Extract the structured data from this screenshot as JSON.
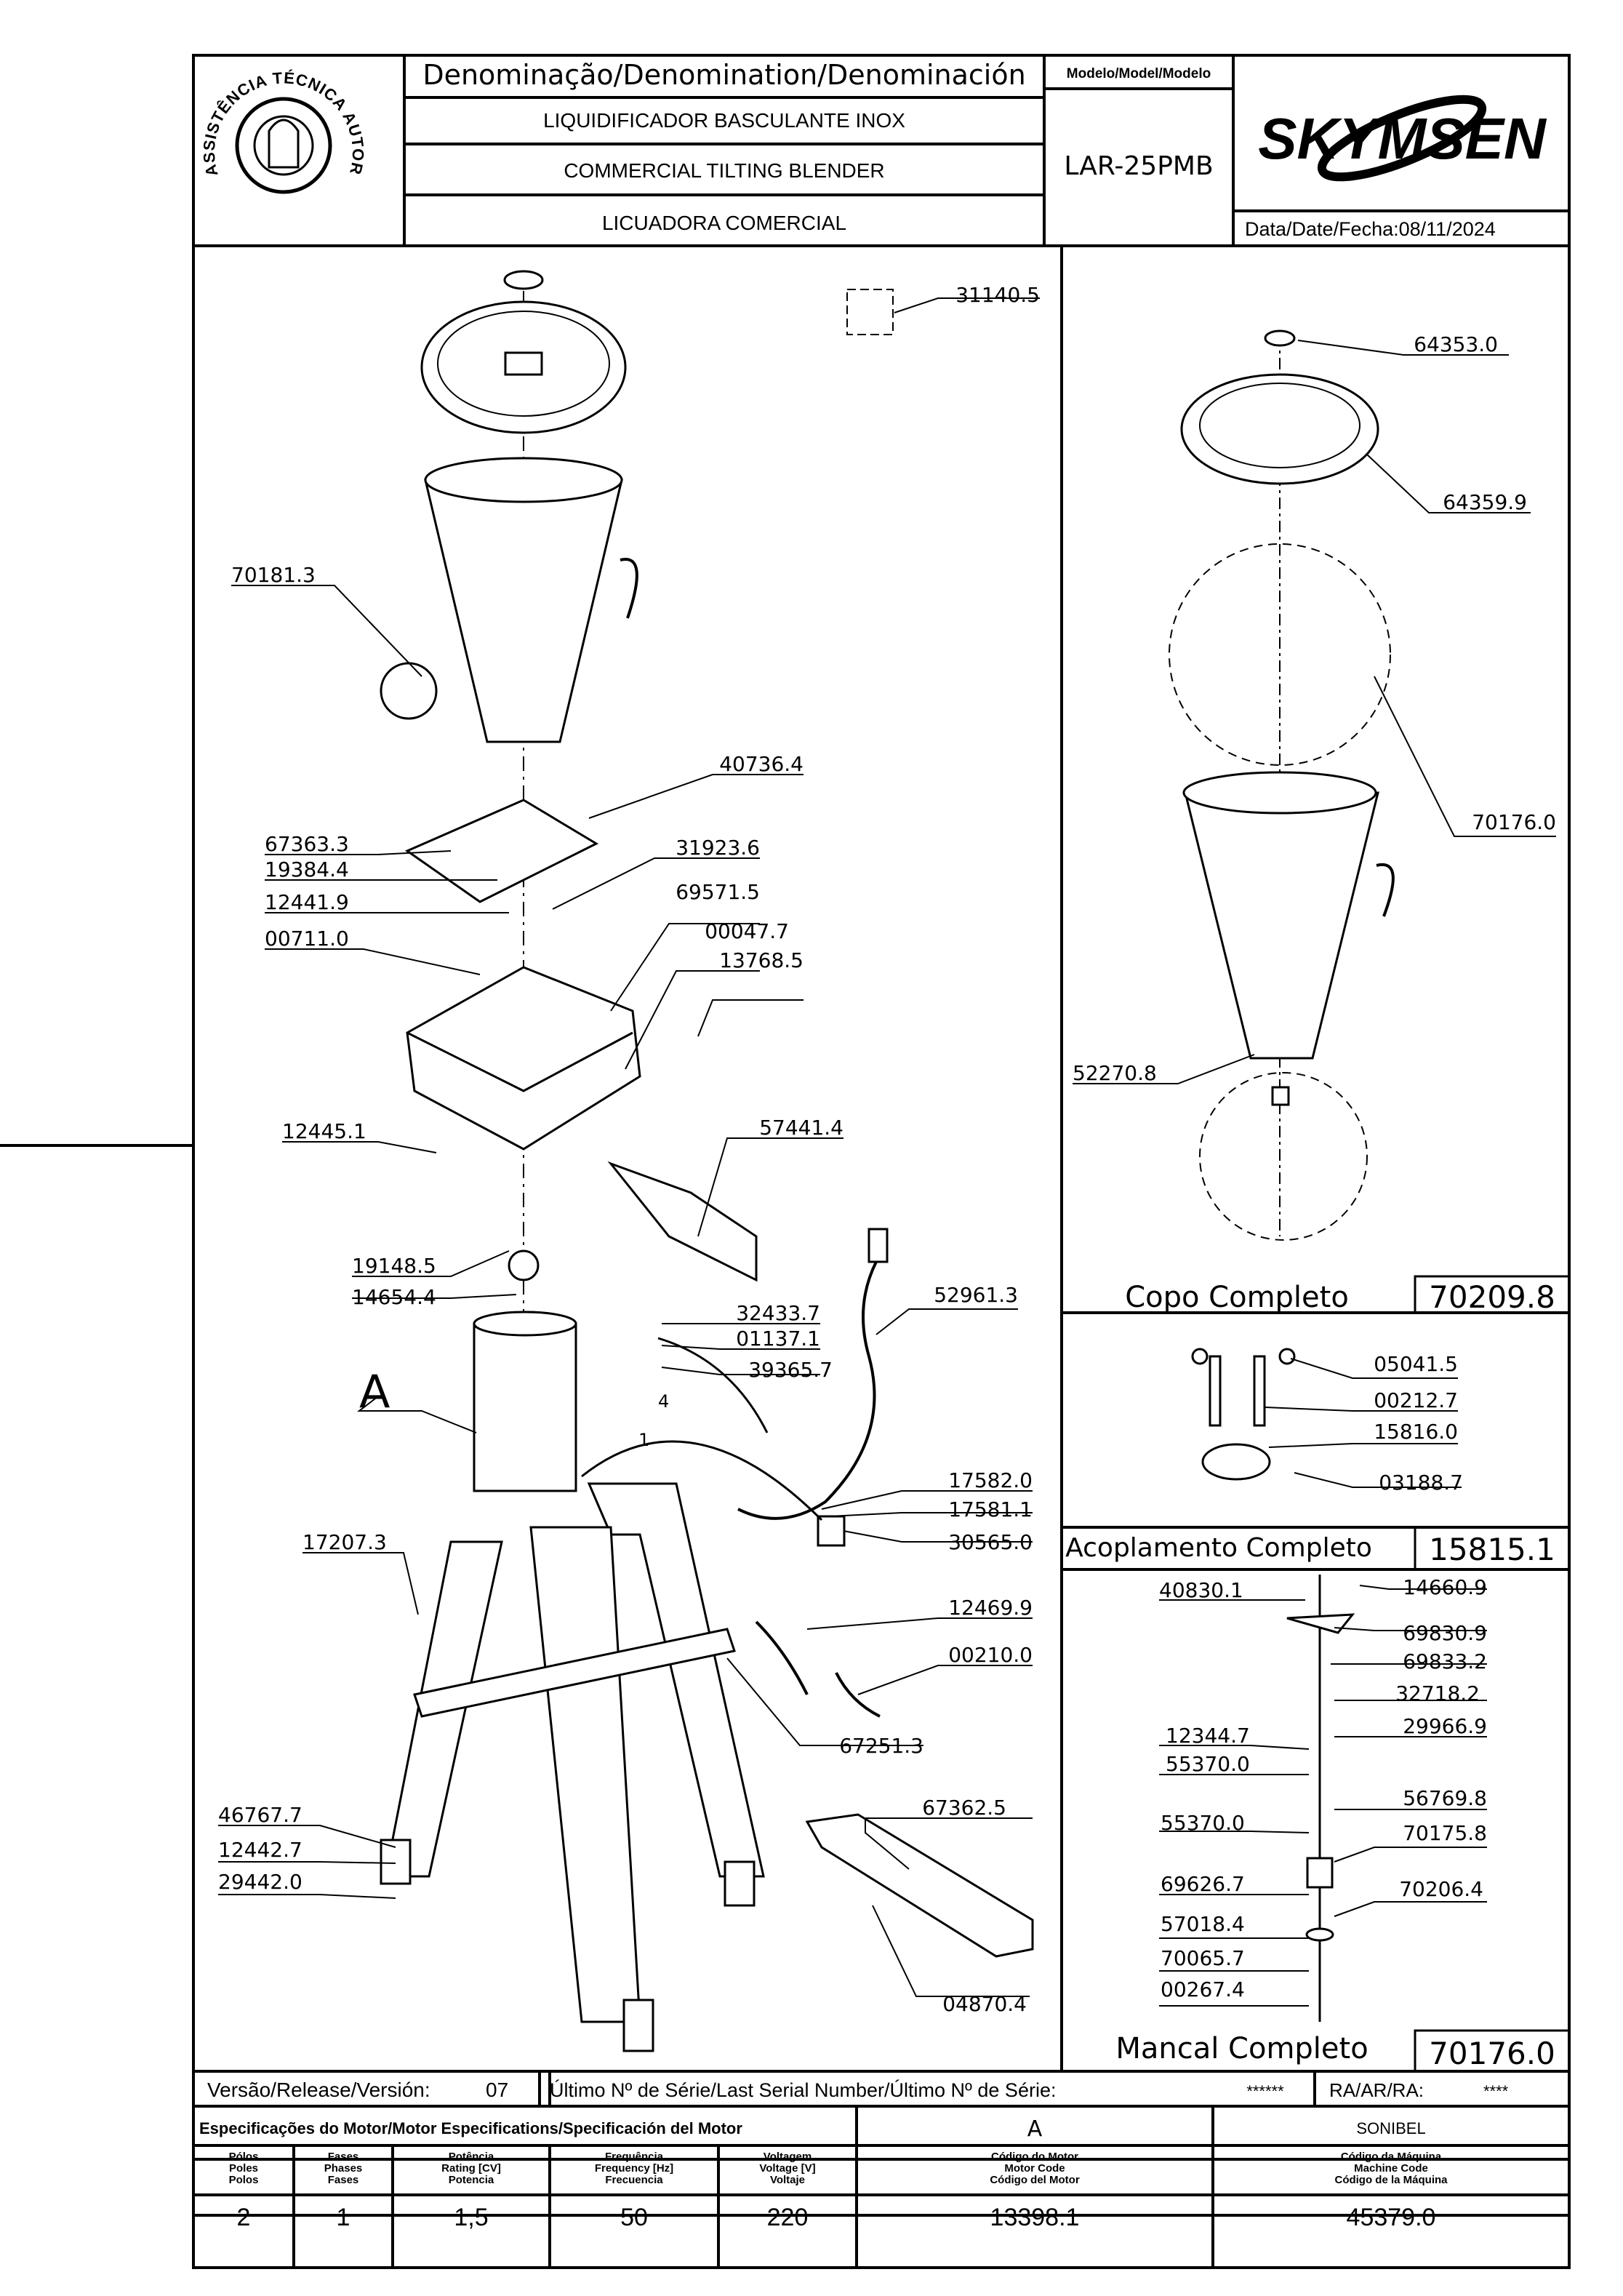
{
  "title_block": {
    "denomination_header": "Denominação/Denomination/Denominación",
    "model_header": "Modelo/Model/Modelo",
    "name_pt": "LIQUIDIFICADOR BASCULANTE INOX",
    "name_en": "COMMERCIAL TILTING BLENDER",
    "name_es": "LICUADORA COMERCIAL",
    "model": "LAR-25PMB",
    "brand": "SKYMSEN",
    "date_label": "Data/Date/Fecha:",
    "date": "08/11/2024",
    "seal_text": "ASSISTÊNCIA TÉCNICA AUTORIZADA"
  },
  "main_view": {
    "labels": [
      {
        "code": "31140.5"
      },
      {
        "code": "70181.3"
      },
      {
        "code": "40736.4"
      },
      {
        "code": "67363.3"
      },
      {
        "code": "19384.4"
      },
      {
        "code": "31923.6"
      },
      {
        "code": "12441.9"
      },
      {
        "code": "69571.5"
      },
      {
        "code": "00711.0"
      },
      {
        "code": "00047.7"
      },
      {
        "code": "13768.5"
      },
      {
        "code": "57441.4"
      },
      {
        "code": "12445.1"
      },
      {
        "code": "19148.5"
      },
      {
        "code": "14654.4"
      },
      {
        "code": "32433.7"
      },
      {
        "code": "52961.3"
      },
      {
        "code": "01137.1"
      },
      {
        "code": "39365.7"
      },
      {
        "code": "A"
      },
      {
        "code": "17582.0"
      },
      {
        "code": "17581.1"
      },
      {
        "code": "30565.0"
      },
      {
        "code": "17207.3"
      },
      {
        "code": "12469.9"
      },
      {
        "code": "00210.0"
      },
      {
        "code": "67251.3"
      },
      {
        "code": "67362.5"
      },
      {
        "code": "46767.7"
      },
      {
        "code": "12442.7"
      },
      {
        "code": "29442.0"
      },
      {
        "code": "04870.4"
      }
    ],
    "wire_markers": [
      "4",
      "1"
    ]
  },
  "copo": {
    "labels": [
      {
        "code": "64353.0"
      },
      {
        "code": "64359.9"
      },
      {
        "code": "70176.0"
      },
      {
        "code": "52270.8"
      }
    ],
    "title": "Copo Completo",
    "code": "70209.8"
  },
  "acoplamento": {
    "labels": [
      {
        "code": "05041.5"
      },
      {
        "code": "00212.7"
      },
      {
        "code": "15816.0"
      },
      {
        "code": "03188.7"
      }
    ],
    "title": "Acoplamento Completo",
    "code": "15815.1"
  },
  "mancal": {
    "labels": [
      {
        "code": "40830.1"
      },
      {
        "code": "14660.9"
      },
      {
        "code": "69830.9"
      },
      {
        "code": "69833.2"
      },
      {
        "code": "32718.2"
      },
      {
        "code": "12344.7"
      },
      {
        "code": "29966.9"
      },
      {
        "code": "55370.0"
      },
      {
        "code": "56769.8"
      },
      {
        "code": "55370.0"
      },
      {
        "code": "70175.8"
      },
      {
        "code": "69626.7"
      },
      {
        "code": "70206.4"
      },
      {
        "code": "57018.4"
      },
      {
        "code": "70065.7"
      },
      {
        "code": "00267.4"
      }
    ],
    "title": "Mancal Completo",
    "code": "70176.0"
  },
  "footer": {
    "version_label": "Versão/Release/Versión:",
    "version": "07",
    "serial_label": "Último Nº de Série/Last Serial Number/Último Nº de Série:",
    "serial": "******",
    "ra_label": "RA/AR/RA:",
    "ra": "****",
    "motor_spec_label": "Especificações do Motor/Motor Especifications/Specificación del Motor",
    "motor_letter": "A",
    "motor_brand": "SONIBEL",
    "col_polos": [
      "Pólos",
      "Poles",
      "Polos"
    ],
    "col_fases": [
      "Fases",
      "Phases",
      "Fases"
    ],
    "col_potencia": [
      "Potência",
      "Rating [CV]",
      "Potencia"
    ],
    "col_freq": [
      "Frequência",
      "Frequency [Hz]",
      "Frecuencia"
    ],
    "col_volt": [
      "Voltagem",
      "Voltage [V]",
      "Voltaje"
    ],
    "col_motor_code": [
      "Código do Motor",
      "Motor Code",
      "Código del Motor"
    ],
    "col_machine_code": [
      "Código da Máquina",
      "Machine Code",
      "Código de la Máquina"
    ],
    "polos": "2",
    "fases": "1",
    "potencia": "1,5",
    "freq": "50",
    "volt": "220",
    "motor_code": "13398.1",
    "machine_code": "45379.0"
  }
}
